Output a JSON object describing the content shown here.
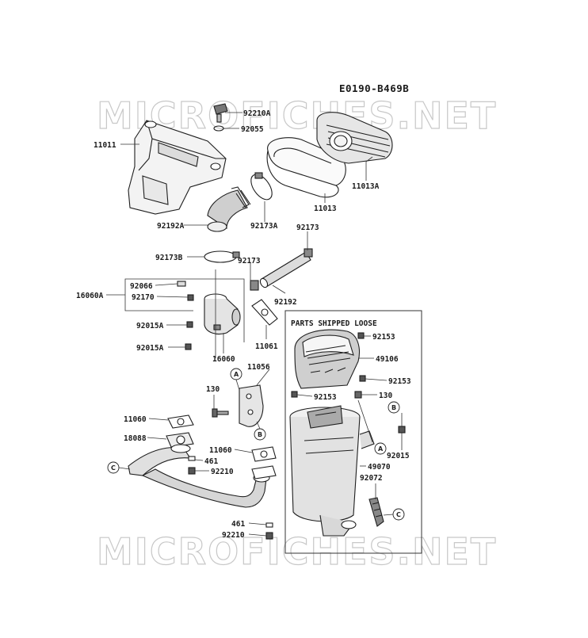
{
  "diagram_code": "E0190-B469B",
  "watermark": "MICROFICHES.NET",
  "box_title": "PARTS SHIPPED LOOSE",
  "labels": {
    "p92210A": "92210A",
    "p92055": "92055",
    "p11011": "11011",
    "p11013A": "11013A",
    "p11013": "11013",
    "p92192A": "92192A",
    "p92173A": "92173A",
    "p92173_top": "92173",
    "p92173B": "92173B",
    "p92173_mid": "92173",
    "p16060A": "16060A",
    "p92066": "92066",
    "p92170": "92170",
    "p92192": "92192",
    "p92015A_1": "92015A",
    "p92015A_2": "92015A",
    "p16060": "16060",
    "p11061": "11061",
    "p11056": "11056",
    "p130_left": "130",
    "p11060_1": "11060",
    "p18088": "18088",
    "p11060_2": "11060",
    "p461_1": "461",
    "p92210_1": "92210",
    "p461_2": "461",
    "p92210_2": "92210",
    "p92153_1": "92153",
    "p49106": "49106",
    "p92153_2": "92153",
    "p92153_3": "92153",
    "p130_right": "130",
    "p92015": "92015",
    "p49070": "49070",
    "p92072": "92072"
  },
  "refs": {
    "A": "A",
    "B": "B",
    "C": "C"
  }
}
